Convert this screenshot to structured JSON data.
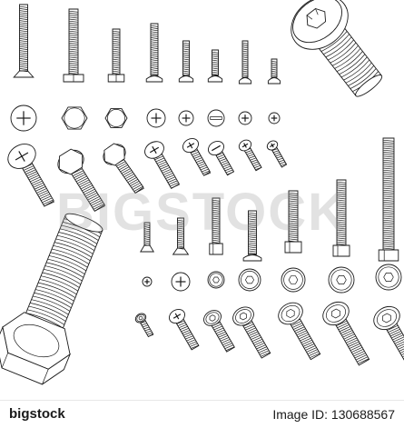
{
  "watermark": "BIGSTOCK",
  "footer": {
    "brand": "bigstock",
    "image_id": "Image ID: 130688567"
  },
  "illustration": {
    "subject": "screws-and-bolts-outline-set",
    "line_color": "#1a1a1a",
    "background": "#ffffff"
  }
}
